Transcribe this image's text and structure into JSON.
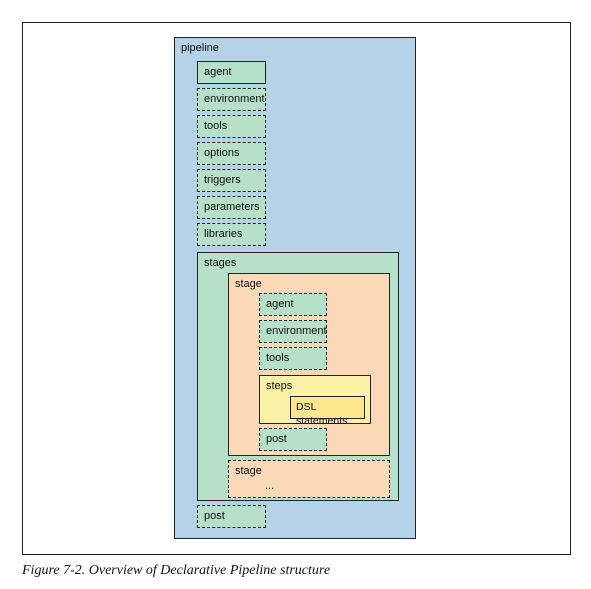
{
  "diagram": {
    "pipeline": "pipeline",
    "items": [
      "agent",
      "environment",
      "tools",
      "options",
      "triggers",
      "parameters",
      "libraries"
    ],
    "stages": "stages",
    "stage1": {
      "label": "stage",
      "items": [
        "agent",
        "environment",
        "tools"
      ],
      "steps": "steps",
      "dsl": "DSL statements",
      "post": "post"
    },
    "stage2": {
      "label": "stage",
      "ellipsis": "..."
    },
    "post": "post"
  },
  "caption": "Figure 7-2. Overview of Declarative Pipeline structure",
  "colors": {
    "pipeline": "#b5d3e8",
    "directive": "#b6e0c8",
    "stage": "#fbd9b8",
    "steps": "#fbf2a8",
    "dsl": "#fce68e"
  }
}
